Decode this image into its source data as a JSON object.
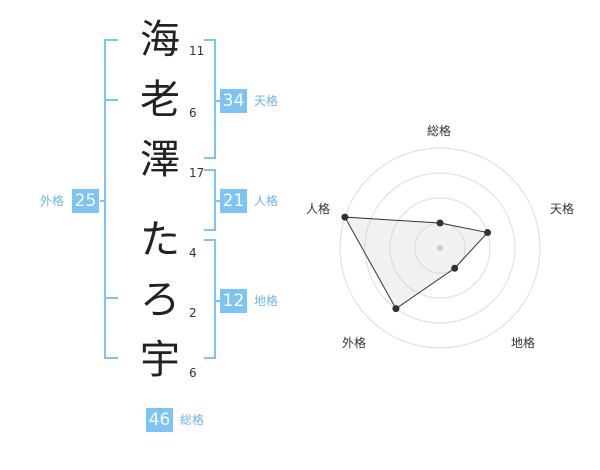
{
  "name": {
    "chars": [
      {
        "char": "海",
        "strokes": "11"
      },
      {
        "char": "老",
        "strokes": "6"
      },
      {
        "char": "澤",
        "strokes": "17"
      },
      {
        "char": "た",
        "strokes": "4"
      },
      {
        "char": "ろ",
        "strokes": "2"
      },
      {
        "char": "宇",
        "strokes": "6"
      }
    ]
  },
  "kaku": {
    "tenkaku": {
      "value": "34",
      "label": "天格"
    },
    "jinkaku": {
      "value": "21",
      "label": "人格"
    },
    "chikaku": {
      "value": "12",
      "label": "地格"
    },
    "gaikaku": {
      "value": "25",
      "label": "外格"
    },
    "soukaku": {
      "value": "46",
      "label": "総格"
    }
  },
  "colors": {
    "accent": "#7cc3f6",
    "bracket": "#6bb6ee"
  },
  "chart_data": {
    "type": "radar",
    "axes": [
      "総格",
      "天格",
      "地格",
      "外格",
      "人格"
    ],
    "values": [
      1,
      2,
      1,
      3,
      4
    ],
    "rmax": 4
  }
}
